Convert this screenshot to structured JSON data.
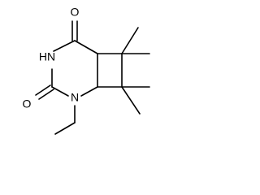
{
  "molecule": {
    "atoms": {
      "carbonyl_oxygen_top": "O",
      "carbonyl_oxygen_bottom": "O",
      "amide_nh": "HN",
      "ring_nitrogen": "N"
    },
    "colors": {
      "bond": "#000000",
      "label": "#000000",
      "background": "#ffffff"
    }
  }
}
